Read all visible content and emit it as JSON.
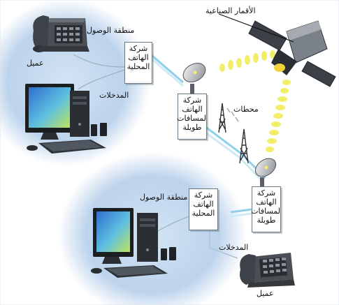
{
  "labels": {
    "satellite": "الأقمار الصناعية",
    "relay_stations": "محطات",
    "access_area_top": "منطقة الوصول",
    "access_area_bottom": "منطقة الوصول",
    "client_top": "عميل",
    "client_bottom": "عميل",
    "inputs_top": "المدخلات",
    "inputs_bottom": "المدخلات"
  },
  "boxes": {
    "local_top": [
      "شركة",
      "الهاتف",
      "المحلية"
    ],
    "long_top": [
      "شركة",
      "الهاتف",
      "لمسافات",
      "طويلة"
    ],
    "long_bottom": [
      "شركة",
      "الهاتف",
      "لمسافات",
      "طويلة"
    ],
    "local_bottom": [
      "شركة",
      "الهاتف",
      "المحلية"
    ]
  },
  "colors": {
    "background": "#ffffff",
    "area_glow": "#bcd3ec",
    "cable": "#8fd0ea",
    "signal": "#f2ee6a",
    "box_border": "#6a7a84"
  }
}
